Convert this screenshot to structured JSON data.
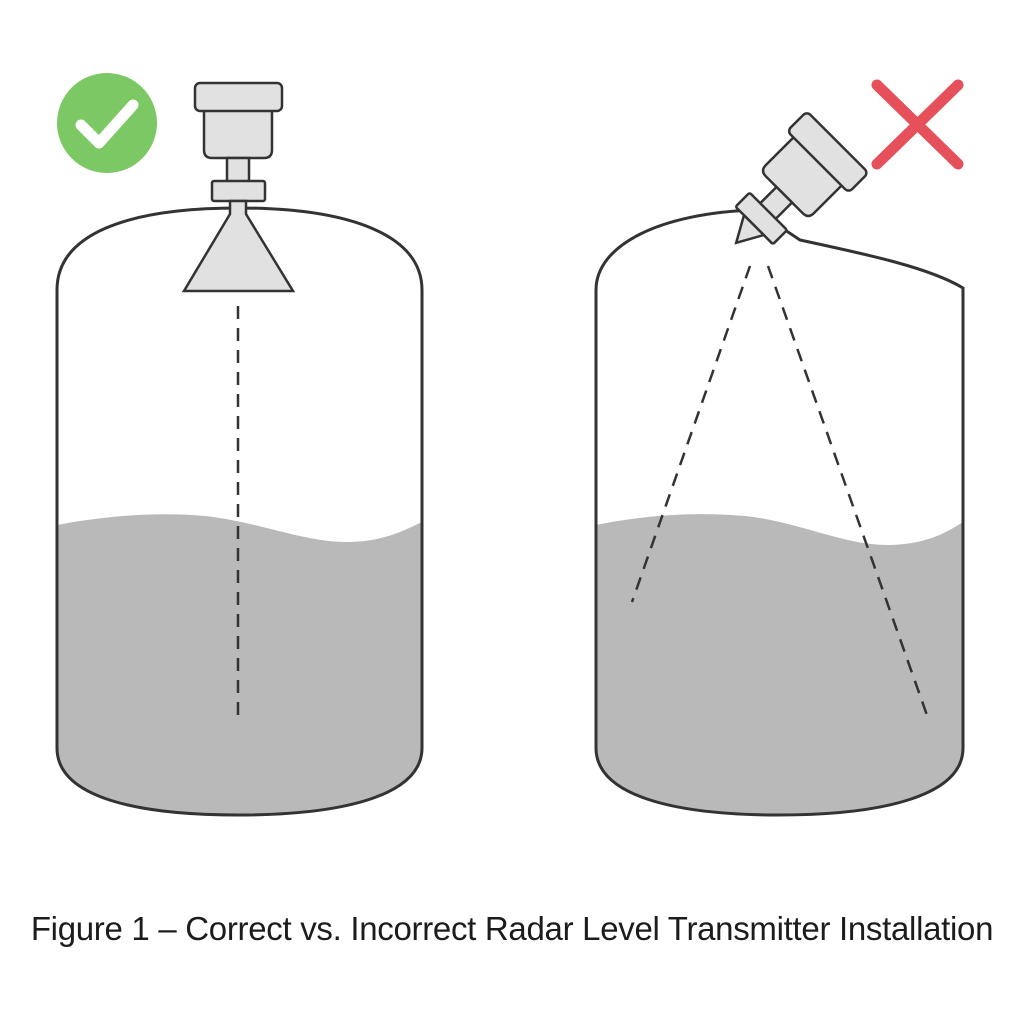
{
  "figure": {
    "caption": "Figure 1 – Correct vs. Incorrect  Radar Level Transmitter Installation"
  },
  "panels": [
    {
      "id": "correct",
      "status": "correct",
      "status_icon": "checkmark-icon",
      "status_color": "#7cc865",
      "mount": "vertical"
    },
    {
      "id": "incorrect",
      "status": "incorrect",
      "status_icon": "cross-icon",
      "status_color": "#e5505a",
      "mount": "tilted"
    }
  ],
  "colors": {
    "outline": "#333333",
    "liquid": "#b9b9b9",
    "transmitter": "#e1e1e1",
    "background": "#ffffff"
  }
}
